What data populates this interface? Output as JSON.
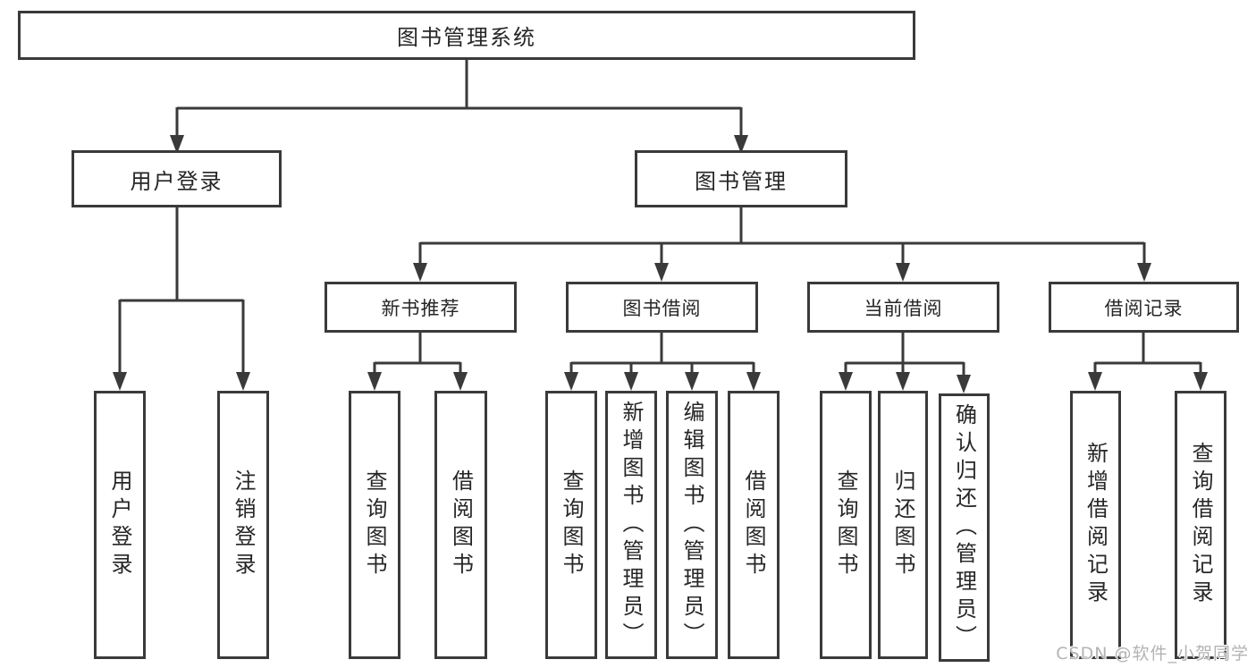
{
  "diagram_type": "tree",
  "colors": {
    "line": "#3a3a3a",
    "text": "#262626",
    "background": "#ffffff",
    "watermark": "#b3b3b3"
  },
  "tree": {
    "root": {
      "label": "图书管理系统",
      "children": [
        {
          "label": "用户登录",
          "children": [
            {
              "label": "用户登录"
            },
            {
              "label": "注销登录"
            }
          ]
        },
        {
          "label": "图书管理",
          "children": [
            {
              "label": "新书推荐",
              "children": [
                {
                  "label": "查询图书"
                },
                {
                  "label": "借阅图书"
                }
              ]
            },
            {
              "label": "图书借阅",
              "children": [
                {
                  "label": "查询图书"
                },
                {
                  "label": "新增图书（管理员）"
                },
                {
                  "label": "编辑图书（管理员）"
                },
                {
                  "label": "借阅图书"
                }
              ]
            },
            {
              "label": "当前借阅",
              "children": [
                {
                  "label": "查询图书"
                },
                {
                  "label": "归还图书"
                },
                {
                  "label": "确认归还（管理员）"
                }
              ]
            },
            {
              "label": "借阅记录",
              "children": [
                {
                  "label": "新增借阅记录"
                },
                {
                  "label": "查询借阅记录"
                }
              ]
            }
          ]
        }
      ]
    }
  },
  "watermark": {
    "text": "CSDN @软件_小贺同学"
  }
}
